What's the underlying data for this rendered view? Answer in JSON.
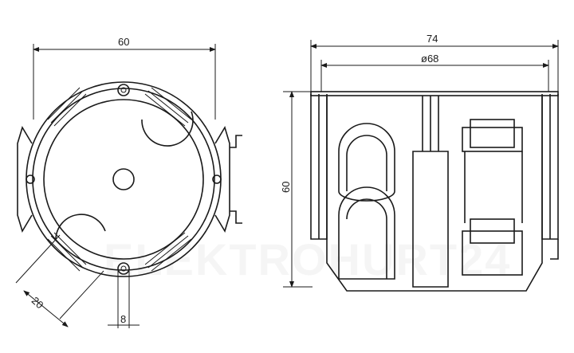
{
  "watermark": "ELEKTROHURT24",
  "front_view": {
    "width_dim": "60",
    "slot_dim": "20",
    "tab_dim": "8"
  },
  "side_view": {
    "outer_width_dim": "74",
    "diameter_dim": "ø68",
    "height_dim": "60"
  }
}
